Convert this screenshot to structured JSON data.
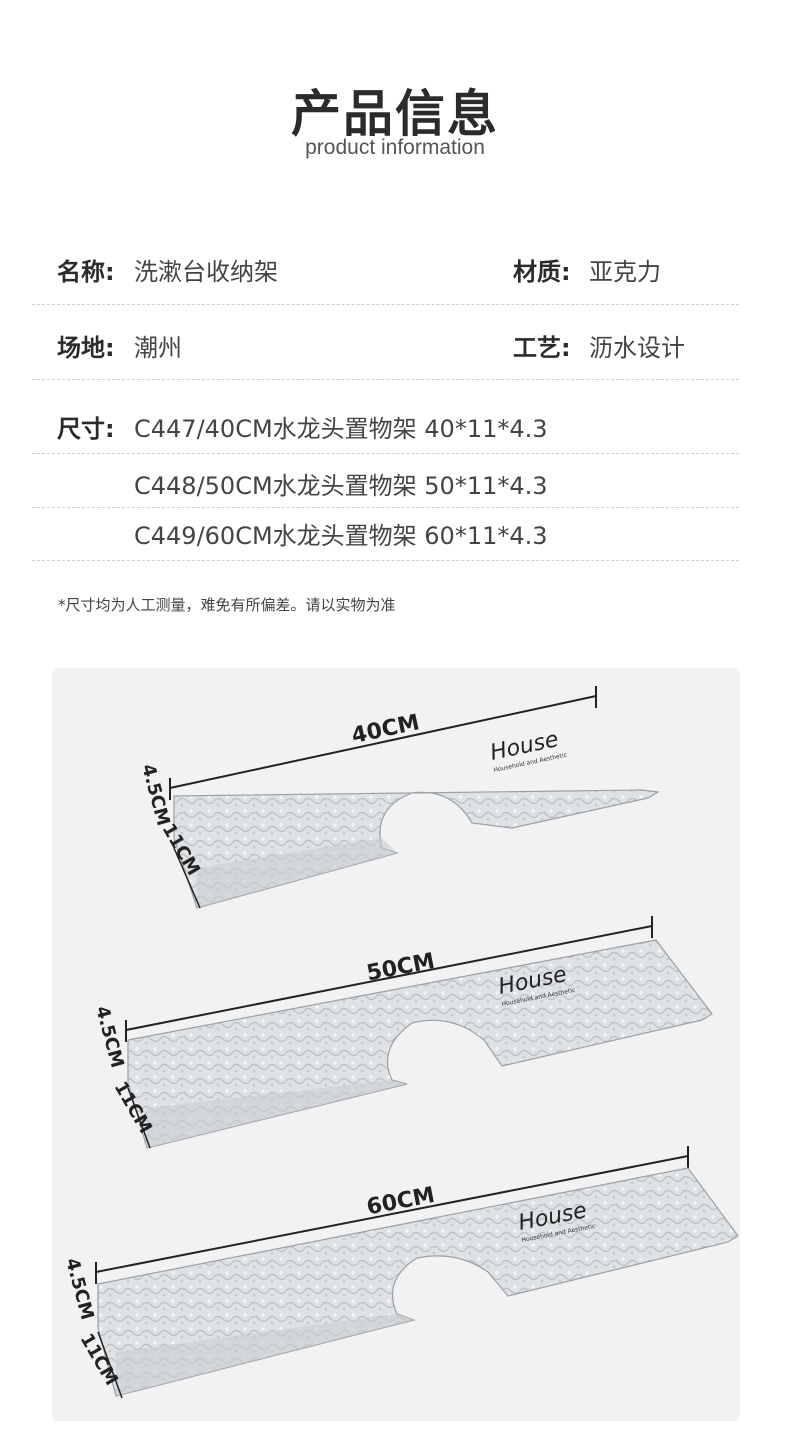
{
  "header": {
    "title_cn": "产品信息",
    "title_en": "product information"
  },
  "specs": {
    "name_label": "名称:",
    "name_value": "洗漱台收纳架",
    "material_label": "材质:",
    "material_value": "亚克力",
    "origin_label": "场地:",
    "origin_value": "潮州",
    "craft_label": "工艺:",
    "craft_value": "沥水设计",
    "size_label": "尺寸:",
    "sizes": [
      "C447/40CM水龙头置物架 40*11*4.3",
      "C448/50CM水龙头置物架 50*11*4.3",
      "C449/60CM水龙头置物架 60*11*4.3"
    ]
  },
  "note": "*尺寸均为人工测量，难免有所偏差。请以实物为准",
  "diagram": {
    "shelves": [
      {
        "length_label": "40CM",
        "height_label": "4.5CM",
        "depth_label": "11CM",
        "brand": "House",
        "brand_sub": "Household and Aesthetic"
      },
      {
        "length_label": "50CM",
        "height_label": "4.5CM",
        "depth_label": "11CM",
        "brand": "House",
        "brand_sub": "Household and Aesthetic"
      },
      {
        "length_label": "60CM",
        "height_label": "4.5CM",
        "depth_label": "11CM",
        "brand": "House",
        "brand_sub": "Household and Aesthetic"
      }
    ]
  },
  "colors": {
    "title": "#2b2b2b",
    "text": "#444444",
    "divider": "#cfcfcf",
    "photo_bg": "#f2f2f2",
    "acrylic": "#d9dde0"
  }
}
